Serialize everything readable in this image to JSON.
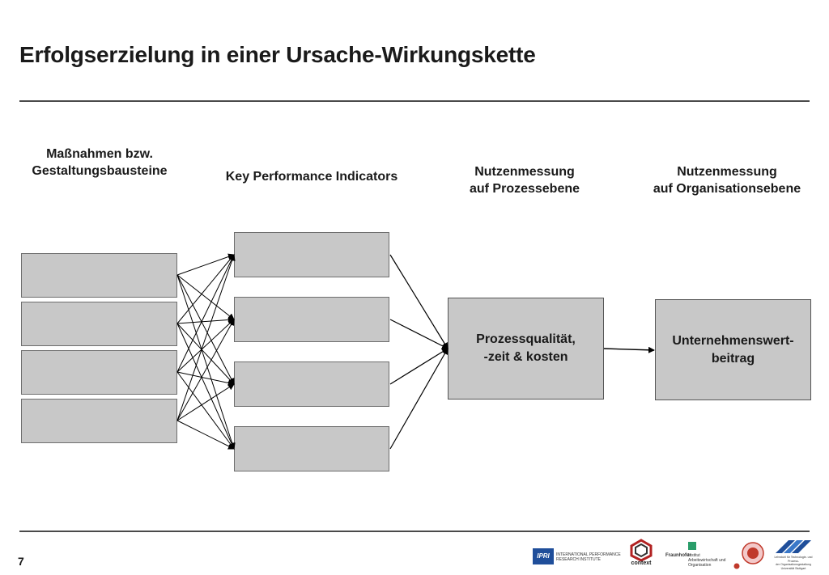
{
  "slide": {
    "title": "Erfolgserzielung in einer Ursache-Wirkungskette",
    "page_number": "7"
  },
  "columns": {
    "measures": {
      "line1": "Maßnahmen bzw.",
      "line2": "Gestaltungsbausteine"
    },
    "kpi": {
      "line1": "Key Performance Indicators"
    },
    "process": {
      "line1": "Nutzenmessung",
      "line2": "auf Prozessebene"
    },
    "organisation": {
      "line1": "Nutzenmessung",
      "line2": "auf Organisationsebene"
    }
  },
  "boxes": {
    "process": {
      "line1": "Prozessqualität,",
      "line2": "-zeit & kosten"
    },
    "organisation": {
      "line1": "Unternehmenswert-",
      "line2": "beitrag"
    }
  },
  "colors": {
    "box_fill": "#c8c8c8",
    "box_border": "#6e6e6e",
    "rule": "#4a4a4a",
    "arrow": "#000000"
  },
  "footer_logos": {
    "ipri": {
      "mark": "IPRI",
      "text": "INTERNATIONAL PERFORMANCE\nRESEARCH INSTITUTE"
    },
    "context": {
      "text": "context"
    },
    "fraunhofer": {
      "brand": "Fraunhofer",
      "text": "Institut\nArbeitswirtschaft und\nOrganisation"
    },
    "seal": {
      "icon": "university-seal-icon"
    },
    "chair": {
      "text": "Lehrstuhl für Technologie- und Prozess-\nder Organisationsgestaltung\nUniversität Stuttgart"
    }
  }
}
